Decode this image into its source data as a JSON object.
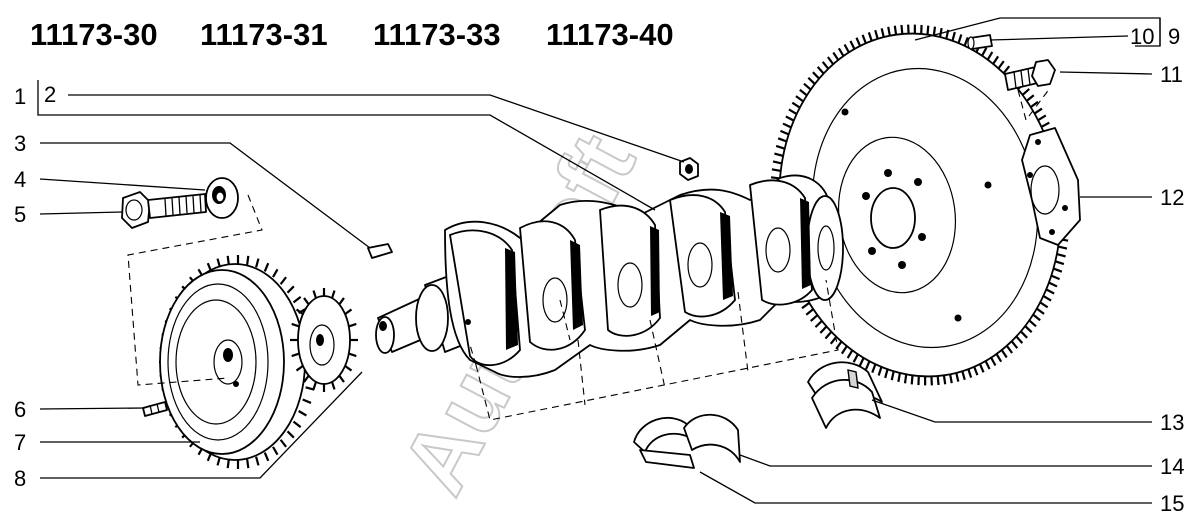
{
  "model_codes": [
    "11173-30",
    "11173-31",
    "11173-33",
    "11173-40"
  ],
  "watermark": "AutoSoft",
  "callouts": [
    "1",
    "2",
    "3",
    "4",
    "5",
    "6",
    "7",
    "8",
    "9",
    "10",
    "11",
    "12",
    "13",
    "14",
    "15"
  ],
  "colors": {
    "line": "#000000",
    "background": "#ffffff",
    "watermark": "#c9c9c9"
  },
  "parts_icons": {
    "crankshaft": "crankshaft-icon",
    "flywheel": "flywheel-icon",
    "pulley": "pulley-icon",
    "sprocket": "sprocket-icon",
    "bolt": "bolt-icon",
    "washer": "washer-icon",
    "key": "key-icon",
    "pin": "pin-icon",
    "plate": "plate-icon",
    "bearing_shell": "bearing-shell-icon"
  }
}
